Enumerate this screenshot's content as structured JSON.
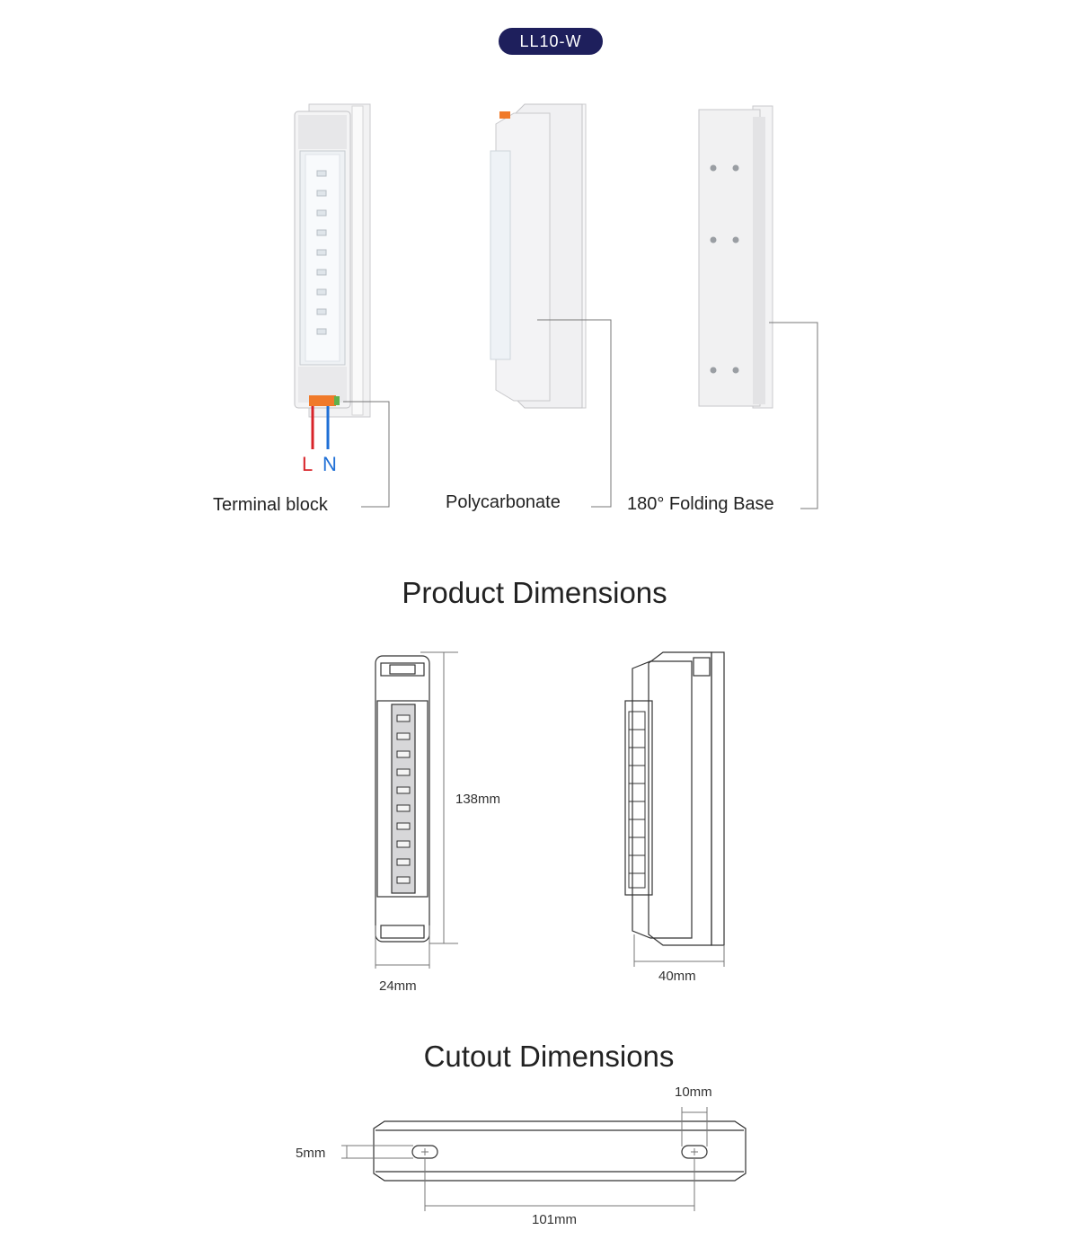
{
  "model": "LL10-W",
  "wires": {
    "live": "L",
    "neutral": "N"
  },
  "callouts": {
    "terminal_block": "Terminal block",
    "polycarbonate": "Polycarbonate",
    "folding_base": "180° Folding Base"
  },
  "product_dimensions": {
    "title": "Product Dimensions",
    "height": "138mm",
    "width": "24mm",
    "depth": "40mm"
  },
  "cutout_dimensions": {
    "title": "Cutout Dimensions",
    "slot_width": "10mm",
    "slot_height": "5mm",
    "hole_spacing": "101mm"
  },
  "colors": {
    "badge": "#1e1f5c",
    "live_wire": "#d8242a",
    "neutral_wire": "#1f6fd6"
  }
}
